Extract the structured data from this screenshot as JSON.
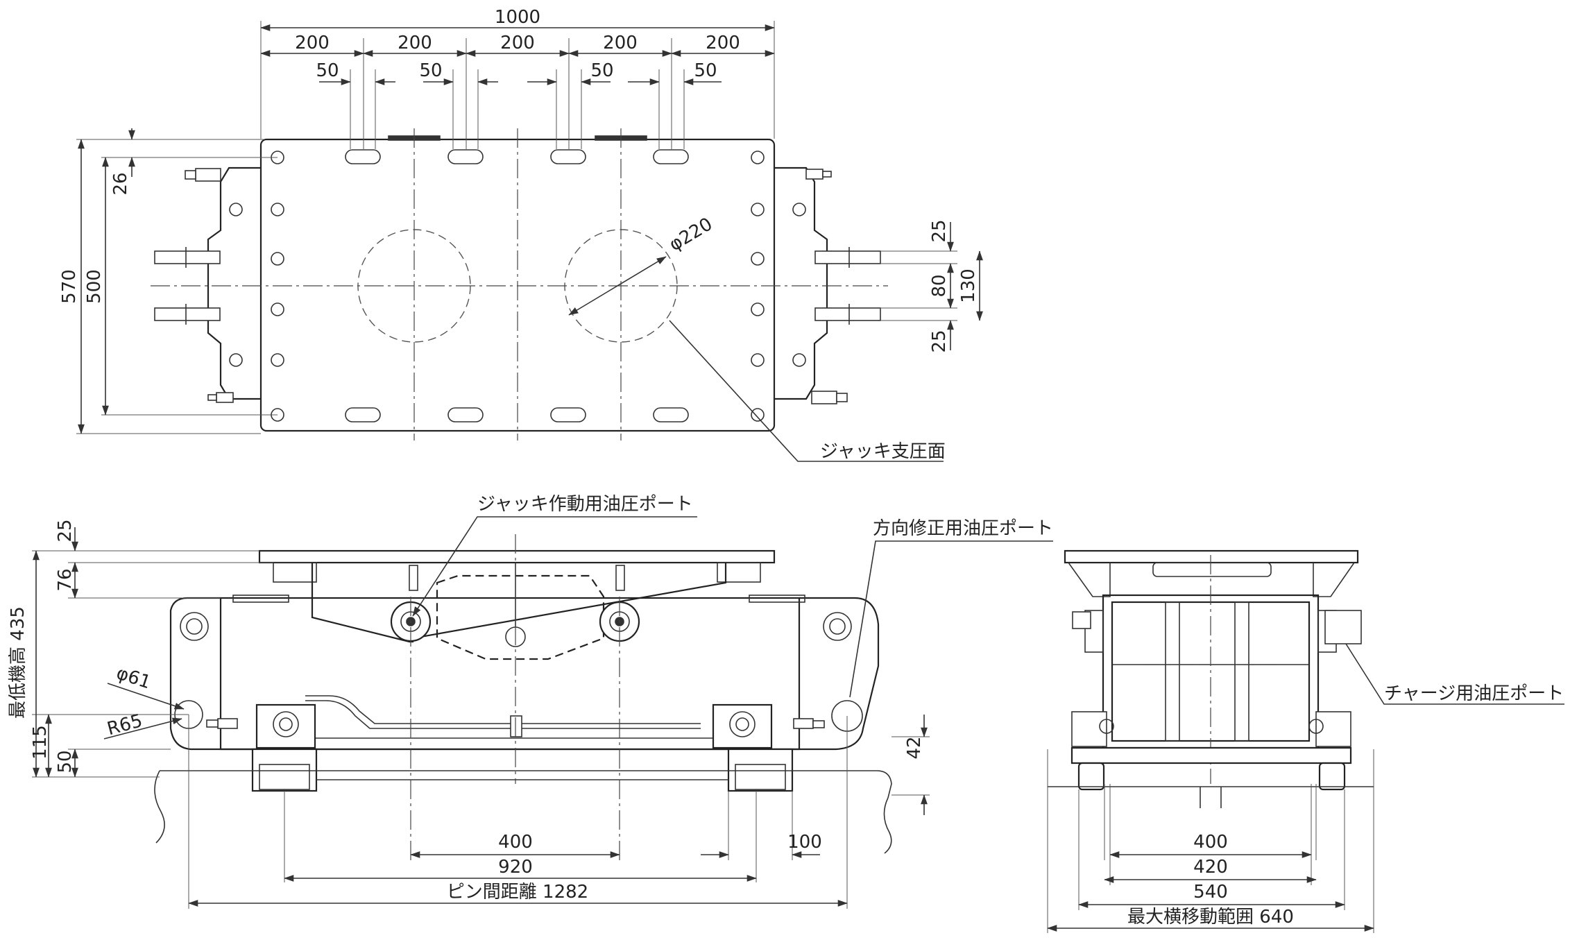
{
  "top_view": {
    "dims": {
      "total_width": "1000",
      "pitch_1": "200",
      "pitch_2": "200",
      "pitch_3": "200",
      "pitch_4": "200",
      "pitch_5": "200",
      "slot_1": "50",
      "slot_2": "50",
      "slot_3": "50",
      "slot_4": "50",
      "height_outer": "570",
      "height_inner": "500",
      "edge_offset": "26",
      "pad_diameter": "φ220",
      "arm_gap_top": "25",
      "arm_gap_mid": "80",
      "arm_gap_bottom": "25",
      "arm_span": "130"
    },
    "callouts": {
      "jack_bearing_surface": "ジャッキ支圧面"
    }
  },
  "side_view": {
    "dims": {
      "top_plate": "25",
      "upper_body": "76",
      "min_height": "最低機高 435",
      "pin_height": "115",
      "rail_height": "50",
      "rail_offset": "42",
      "hole_diameter": "φ61",
      "radius": "R65",
      "wheel_span": "400",
      "wheel_outer": "920",
      "wheel_width": "100",
      "pin_distance": "ピン間距離 1282"
    },
    "callouts": {
      "jack_oil_port": "ジャッキ作動用油圧ポート",
      "direction_oil_port": "方向修正用油圧ポート"
    }
  },
  "end_view": {
    "dims": {
      "span_400": "400",
      "span_420": "420",
      "span_540": "540",
      "max_travel": "最大横移動範囲 640"
    },
    "callouts": {
      "charge_oil_port": "チャージ用油圧ポート"
    }
  }
}
